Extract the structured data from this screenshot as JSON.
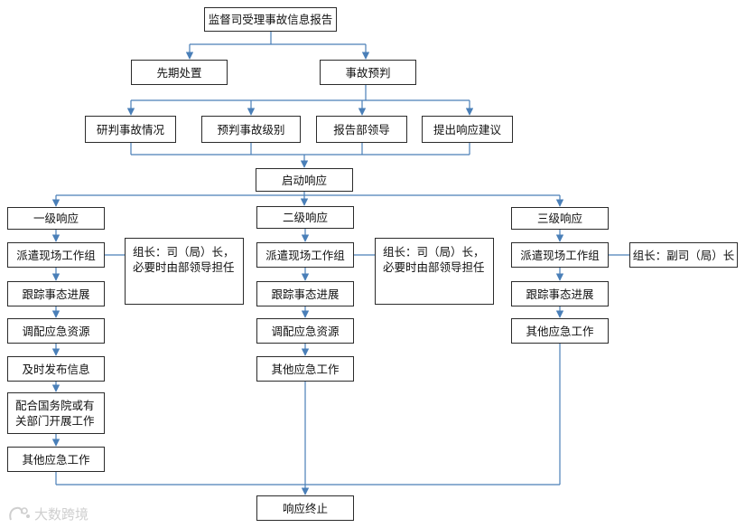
{
  "colors": {
    "line": "#4a7fb8",
    "box_border": "#2b2b2b",
    "watermark": "#cfcfcf"
  },
  "nodes": {
    "report": "监督司受理事故信息报告",
    "early": "先期处置",
    "prejudge": "事故预判",
    "study": "研判事故情况",
    "grade": "预判事故级别",
    "inform": "报告部领导",
    "suggest": "提出响应建议",
    "start": "启动响应",
    "end": "响应终止"
  },
  "levels": [
    {
      "title": "一级响应",
      "steps": [
        "派遣现场工作组",
        "跟踪事态进展",
        "调配应急资源",
        "及时发布信息",
        "配合国务院或有关部门开展工作",
        "其他应急工作"
      ],
      "note": "组长：司（局）长，必要时由部领导担任"
    },
    {
      "title": "二级响应",
      "steps": [
        "派遣现场工作组",
        "跟踪事态进展",
        "调配应急资源",
        "其他应急工作"
      ],
      "note": "组长：司（局）长，必要时由部领导担任"
    },
    {
      "title": "三级响应",
      "steps": [
        "派遣现场工作组",
        "跟踪事态进展",
        "其他应急工作"
      ],
      "note": "组长：副司（局）长"
    }
  ],
  "watermark": "大数跨境"
}
